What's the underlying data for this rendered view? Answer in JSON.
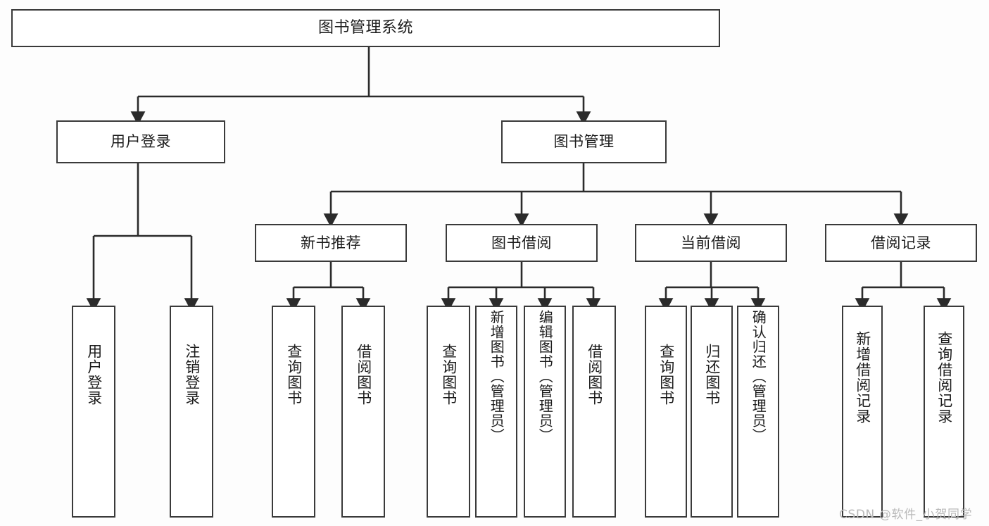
{
  "diagram": {
    "title": "图书管理系统",
    "type": "tree-hierarchy",
    "stroke_color": "#3a3a3a",
    "fill_color": "#ffffff",
    "text_color": "#1c1c1c"
  },
  "nodes": {
    "root": {
      "label": "图书管理系统"
    },
    "level2": [
      {
        "id": "user-login",
        "label": "用户登录"
      },
      {
        "id": "book-manage",
        "label": "图书管理"
      }
    ],
    "level3": [
      {
        "id": "new-book-recommend",
        "label": "新书推荐"
      },
      {
        "id": "book-borrow",
        "label": "图书借阅"
      },
      {
        "id": "current-borrow",
        "label": "当前借阅"
      },
      {
        "id": "borrow-record",
        "label": "借阅记录"
      }
    ],
    "leaves": {
      "user_login": [
        {
          "id": "leaf-user-login",
          "label": "用户登录"
        },
        {
          "id": "leaf-logout-login",
          "label": "注销登录"
        }
      ],
      "new_book_recommend": [
        {
          "id": "leaf-query-book-1",
          "label": "查询图书"
        },
        {
          "id": "leaf-borrow-book-1",
          "label": "借阅图书"
        }
      ],
      "book_borrow": [
        {
          "id": "leaf-query-book-2",
          "label": "查询图书"
        },
        {
          "id": "leaf-add-book",
          "label": "新增图书（管理员）"
        },
        {
          "id": "leaf-edit-book",
          "label": "编辑图书（管理员）"
        },
        {
          "id": "leaf-borrow-book-2",
          "label": "借阅图书"
        }
      ],
      "current_borrow": [
        {
          "id": "leaf-query-book-3",
          "label": "查询图书"
        },
        {
          "id": "leaf-return-book",
          "label": "归还图书"
        },
        {
          "id": "leaf-confirm-return",
          "label": "确认归还（管理员）"
        }
      ],
      "borrow_record": [
        {
          "id": "leaf-add-record",
          "label": "新增借阅记录"
        },
        {
          "id": "leaf-query-record",
          "label": "查询借阅记录"
        }
      ]
    }
  },
  "watermark": {
    "text": "CSDN @软件_小贺同学"
  }
}
